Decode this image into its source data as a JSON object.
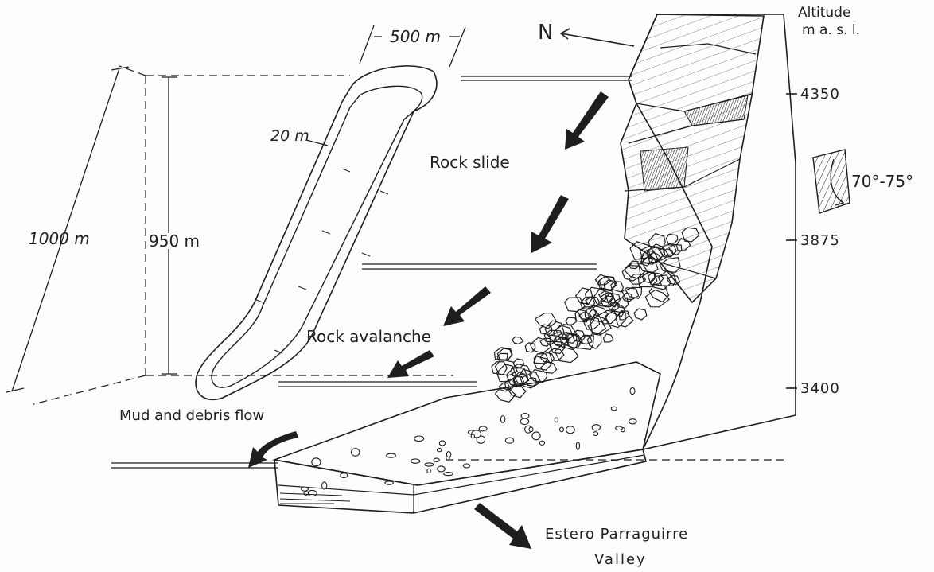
{
  "labels": {
    "north": "N",
    "dim_width": "500 m",
    "dim_thickness": "20 m",
    "dim_length": "1000 m",
    "dim_height": "950 m",
    "rock_slide": "Rock slide",
    "rock_avalanche": "Rock avalanche",
    "mud_debris_flow": "Mud and debris flow",
    "valley_line1": "Estero Parraguirre",
    "valley_line2": "Valley",
    "altitude_line1": "Altitude",
    "altitude_line2": "m a. s. l.",
    "dip": "70°-75°"
  },
  "altitudes": [
    "4350",
    "3875",
    "3400"
  ]
}
